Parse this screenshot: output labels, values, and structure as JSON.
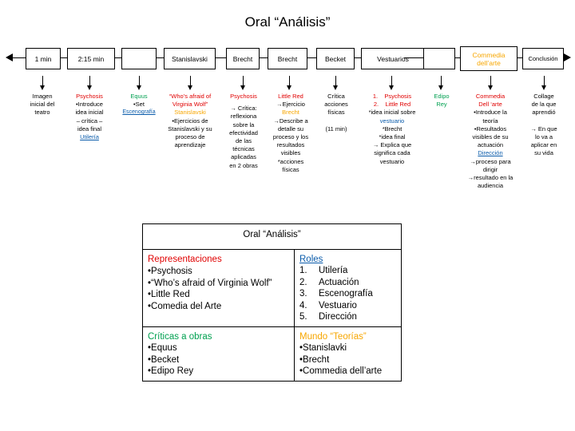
{
  "title": "Oral “Análisis”",
  "boxes": [
    {
      "label": "1 min"
    },
    {
      "label": "2:15 min"
    },
    {
      "label": ""
    },
    {
      "label": "Stanislavski"
    },
    {
      "label": "Brecht"
    },
    {
      "label": "Brecht"
    },
    {
      "label": "Becket"
    },
    {
      "label": "Vestuarios"
    },
    {
      "label": ""
    },
    {
      "label": "Commedia dell’arte"
    },
    {
      "label": "Conclusión"
    }
  ],
  "columns": {
    "c1": {
      "l1": "Imagen",
      "l2": "inicial del",
      "l3": "teatro"
    },
    "c2": {
      "l1": "Psychosis",
      "l2": "•Introduce",
      "l3": "idea inicial",
      "l4": "– crítica –",
      "l5": "idea final",
      "l6": "Utilería"
    },
    "c3": {
      "l1": "Equus",
      "l2": "•Set",
      "l3": "Escenografía"
    },
    "c4": {
      "l1": "“Who’s afraid of",
      "l2": "Virginia Wolf”",
      "l3": "Stanislavski",
      "l4": "•Ejercicios de",
      "l5": "Stanislavski y su",
      "l6": "proceso de",
      "l7": "aprendizaje"
    },
    "c5": {
      "l1": "Psychosis",
      "l2": "→ Crítica:",
      "l3": "reflexiona",
      "l4": "sobre la",
      "l5": "efectividad",
      "l6": "de las",
      "l7": "técnicas",
      "l8": "aplicadas",
      "l9": "en 2 obras"
    },
    "c6": {
      "l1": "Little Red",
      "l2": "→Ejercicio",
      "l3": "Brecht",
      "l4": "→Describe a",
      "l5": "detalle su",
      "l6": "proceso y los",
      "l7": "resultados",
      "l8": "visibles",
      "l9": "*acciones",
      "l10": "físicas"
    },
    "c7": {
      "l1": "Crítica",
      "l2": "acciones",
      "l3": "físicas",
      "l4": "(11 min)"
    },
    "c8": {
      "l1n": "1.",
      "l1": "Psychosis",
      "l2n": "2.",
      "l2": "Little Red",
      "l3": "*idea inicial sobre",
      "l4": "vestuario",
      "l5": "*Brecht",
      "l6": "*idea final",
      "l7": "→ Explica que",
      "l8": "significa cada",
      "l9": "vestuario"
    },
    "c9": {
      "l1": "Edipo",
      "l2": "Rey"
    },
    "c10": {
      "l1": "Commedia",
      "l2": "Dell ‘arte",
      "l3": "•Introduce la",
      "l4": "teoría",
      "l5": "•Resultados",
      "l6": "visibles de su",
      "l7": "actuación",
      "l8": "Dirección",
      "l9": "→proceso para",
      "l10": "dirigir",
      "l11": "→resultado en la",
      "l12": "audiencia"
    },
    "c11": {
      "l1": "Collage",
      "l2": "de la que",
      "l3": "aprendió",
      "l4": "→ En que",
      "l5": "lo va a",
      "l6": "aplicar en",
      "l7": "su vida"
    }
  },
  "table": {
    "header": "Oral “Análisis”",
    "representaciones": {
      "title": "Representaciones",
      "items": [
        "•Psychosis",
        "•“Who’s afraid of Virginia Wolf”",
        "•Little Red",
        "•Comedia del Arte"
      ]
    },
    "roles": {
      "title": "Roles",
      "items": [
        {
          "n": "1.",
          "t": "Utilería"
        },
        {
          "n": "2.",
          "t": "Actuación"
        },
        {
          "n": "3.",
          "t": "Escenografía"
        },
        {
          "n": "4.",
          "t": "Vestuario"
        },
        {
          "n": "5.",
          "t": "Dirección"
        }
      ]
    },
    "criticas": {
      "title": "Críticas a obras",
      "items": [
        "•Equus",
        "•Becket",
        "•Edipo Rey"
      ]
    },
    "mundo": {
      "title": "Mundo “Teorías”",
      "items": [
        "•Stanislavki",
        "•Brecht",
        "•Commedia dell’arte"
      ]
    }
  },
  "colors": {
    "red": "#e00000",
    "green": "#00a050",
    "orange": "#f7a600",
    "link": "#0b5cab"
  }
}
